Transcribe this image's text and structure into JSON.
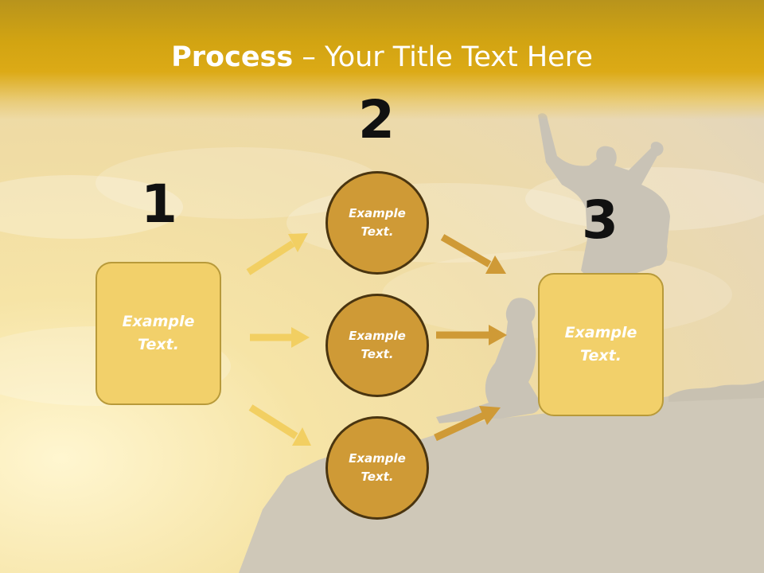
{
  "title": {
    "bold": "Process",
    "rest": " – Your Title Text Here"
  },
  "steps": {
    "one": "1",
    "two": "2",
    "three": "3"
  },
  "box_left": {
    "line1": "Example",
    "line2": "Text."
  },
  "box_right": {
    "line1": "Example",
    "line2": "Text."
  },
  "circles": [
    {
      "line1": "Example",
      "line2": "Text."
    },
    {
      "line1": "Example",
      "line2": "Text."
    },
    {
      "line1": "Example",
      "line2": "Text."
    }
  ],
  "colors": {
    "header": "#d9a612",
    "box_fill": "#f2d06a",
    "circle_fill": "#cf9a36",
    "arrow_light": "#f2cf62",
    "arrow_dark": "#cf9a36"
  }
}
